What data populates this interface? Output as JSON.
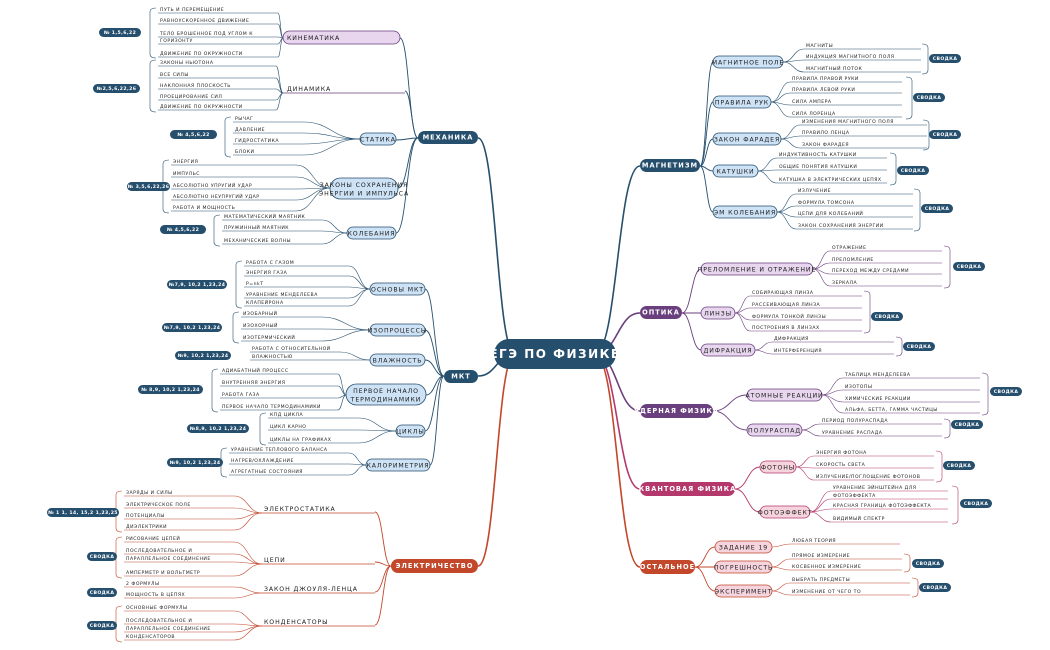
{
  "center": "ЕГЭ ПО ФИЗИКЕ",
  "mechanics": {
    "title": "МЕХАНИКА",
    "kinematics": {
      "title": "КИНЕМАТИКА",
      "tag": "№ 1,5,6,22",
      "items": [
        "ПУТЬ И ПЕРЕМЕЩЕНИЕ",
        "РАВНОУСКОРЕННОЕ ДВИЖЕНИЕ",
        "ТЕЛО БРОШЕННОЕ ПОД УГЛОМ К",
        "ГОРИЗОНТУ",
        "ДВИЖЕНИЕ ПО ОКРУЖНОСТИ"
      ]
    },
    "dynamics": {
      "title": "ДИНАМИКА",
      "tag": "№2,5,6,22,26",
      "items": [
        "ЗАКОНЫ НЬЮТОНА",
        "ВСЕ СИЛЫ",
        "НАКЛОННАЯ ПЛОСКОСТЬ",
        "ПРОЕЦИРОВАНИЕ СИЛ",
        "ДВИЖЕНИЕ ПО ОКРУЖНОСТИ"
      ]
    },
    "statics": {
      "title": "СТАТИКА",
      "tag": "№ 4,5,6,22",
      "items": [
        "РЫЧАГ",
        "ДАВЛЕНИЕ",
        "ГИДРОСТАТИКА",
        "БЛОКИ"
      ]
    },
    "conservation": {
      "title1": "ЗАКОНЫ СОХРАНЕНИЯ",
      "title2": "ЭНЕРГИИ И ИМПУЛЬСА",
      "tag": "№ 3,5,6,22,26",
      "items": [
        "ЭНЕРГИЯ",
        "ИМПУЛЬС",
        "АБСОЛЮТНО УПРУГИЙ УДАР",
        "АБСОЛЮТНО НЕУПРУГИЙ УДАР",
        "РАБОТА И МОЩНОСТЬ"
      ]
    },
    "oscillations": {
      "title": "КОЛЕБАНИЯ",
      "tag": "№ 4,5,6,22",
      "items": [
        "МАТЕМАТИЧЕСКИЙ МАЯТНИК",
        "ПРУЖИННЫЙ МАЯТНИК",
        "МЕХАНИЧЕСКИЕ ВОЛНЫ"
      ]
    }
  },
  "mkt": {
    "title": "МКТ",
    "basics": {
      "title": "ОСНОВЫ МКТ",
      "tag": "№7,9, 10,2 1,23,24",
      "items": [
        "РАБОТА С ГАЗОМ",
        "ЭНЕРГИЯ ГАЗА",
        "P=nkT",
        "УРАВНЕНИЕ МЕНДЕЛЕЕВА",
        "КЛАПЕЙРОНА"
      ]
    },
    "isoprocesses": {
      "title": "ИЗОПРОЦЕССЫ",
      "tag": "№7,9, 10,2 1,23,24",
      "items": [
        "ИЗОБАРНЫЙ",
        "ИЗОХОРНЫЙ",
        "ИЗОТЕРМИЧЕСКИЙ"
      ]
    },
    "humidity": {
      "title": "ВЛАЖНОСТЬ",
      "tag": "№9, 10,2 1,23,24",
      "items": [
        "РАБОТА С ОТНОСИТЕЛЬНОЙ",
        "ВЛАЖНОСТЬЮ"
      ]
    },
    "first_law": {
      "title1": "ПЕРВОЕ НАЧАЛО",
      "title2": "ТЕРМОДИНАМИКИ",
      "tag": "№ 8,9, 10,2 1,23,24",
      "items": [
        "АДИАБАТНЫЙ ПРОЦЕСС",
        "ВНУТРЕННЯЯ ЭНЕРГИЯ",
        "РАБОТА ГАЗА",
        "ПЕРВОЕ НАЧАЛО ТЕРМОДИНАМИКИ"
      ]
    },
    "cycles": {
      "title": "ЦИКЛЫ",
      "tag": "№8,9, 10,2 1,23,24",
      "items": [
        "КПД ЦИКЛА",
        "ЦИКЛ КАРНО",
        "ЦИКЛЫ НА ГРАФИКАХ"
      ]
    },
    "calorimetry": {
      "title": "КАЛОРИМЕТРИЯ",
      "tag": "№9, 10,2 1,23,24",
      "items": [
        "УРАВНЕНИЕ ТЕПЛОВОГО БАЛАНСА",
        "НАГРЕВ/ОХЛАЖДЕНИЕ",
        "АГРЕГАТНЫЕ СОСТОЯНИЯ"
      ]
    }
  },
  "electricity": {
    "title": "ЭЛЕКТРИЧЕСТВО",
    "electrostatics": {
      "title": "ЭЛЕКТРОСТАТИКА",
      "tag": "№ 1 1, 14, 15,2 1,23,25",
      "items": [
        "ЗАРЯДЫ И СИЛЫ",
        "ЭЛЕКТРИЧЕСКОЕ ПОЛЕ",
        "ПОТЕНЦИАЛЫ",
        "ДИЭЛЕКТРИКИ"
      ]
    },
    "circuits": {
      "title": "ЦЕПИ",
      "tag": "СВОДКА",
      "items": [
        "РИСОВАНИЕ ЦЕПЕЙ",
        "ПОСЛЕДОВАТЕЛЬНОЕ И",
        "ПАРАЛЛЕЛЬНОЕ СОЕДИНЕНИЕ",
        "АМПЕРМЕТР И ВОЛЬТМЕТР"
      ]
    },
    "joule": {
      "title": "ЗАКОН ДЖОУЛЯ-ЛЕНЦА",
      "tag": "СВОДКА",
      "items": [
        "2 ФОРМУЛЫ",
        "МОЩНОСТЬ В ЦЕПЯХ"
      ]
    },
    "capacitors": {
      "title": "КОНДЕНСАТОРЫ",
      "tag": "СВОДКА",
      "items": [
        "ОСНОВНЫЕ ФОРМУЛЫ",
        "ПОСЛЕДОВАТЕЛЬНОЕ И",
        "ПАРАЛЛЕЛЬНОЕ СОЕДИНЕНИЕ",
        "КОНДЕНСАТОРОВ"
      ]
    }
  },
  "magnetism": {
    "title": "МАГНЕТИЗМ",
    "field": {
      "title": "МАГНИТНОЕ ПОЛЕ",
      "tag": "СВОДКА",
      "items": [
        "МАГНИТЫ",
        "ИНДУКЦИЯ МАГНИТНОГО ПОЛЯ",
        "МАГНИТНЫЙ ПОТОК"
      ]
    },
    "hand_rules": {
      "title": "ПРАВИЛА РУК",
      "tag": "СВОДКА",
      "items": [
        "ПРАВИЛА ПРАВОЙ РУКИ",
        "ПРАВИЛА ЛЕВОЙ РУКИ",
        "СИЛА АМПЕРА",
        "СИЛА ЛОРЕНЦА"
      ]
    },
    "faraday": {
      "title": "ЗАКОН ФАРАДЕЯ",
      "tag": "СВОДКА",
      "items": [
        "ИЗМЕНЕНИЯ МАГНИТНОГО ПОЛЯ",
        "ПРАВИЛО ЛЕНЦА",
        "ЗАКОН ФАРАДЕЯ"
      ]
    },
    "coils": {
      "title": "КАТУШКИ",
      "tag": "СВОДКА",
      "items": [
        "ИНДУКТИВНОСТЬ КАТУШКИ",
        "ОБЩИЕ ПОНЯТИЯ КАТУШКИ",
        "КАТУШКА В ЭЛЕКТРИЧЕСКИХ ЦЕПЯХ"
      ]
    },
    "em_oscillations": {
      "title": "ЭМ КОЛЕБАНИЯ",
      "tag": "СВОДКА",
      "items": [
        "ИЗЛУЧЕНИЕ",
        "ФОРМУЛА ТОМСОНА",
        "ЦЕПИ ДЛЯ КОЛЕБАНИЙ",
        "ЗАКОН СОХРАНЕНИЯ ЭНЕРГИИ"
      ]
    }
  },
  "optics": {
    "title": "ОПТИКА",
    "refraction": {
      "title": "ПРЕЛОМЛЕНИЕ И ОТРАЖЕНИЕ",
      "tag": "СВОДКА",
      "items": [
        "ОТРАЖЕНИЕ",
        "ПРЕЛОМЛЕНИЕ",
        "ПЕРЕХОД МЕЖДУ СРЕДАМИ",
        "ЗЕРКАЛА"
      ]
    },
    "lenses": {
      "title": "ЛИНЗЫ",
      "tag": "СВОДКА",
      "items": [
        "СОБИРАЮЩАЯ ЛИНЗА",
        "РАССЕИВАЮЩАЯ ЛИНЗА",
        "ФОРМУЛА ТОНКОЙ ЛИНЗЫ",
        "ПОСТРОЕНИЯ В ЛИНЗАХ"
      ]
    },
    "diffraction": {
      "title": "ДИФРАКЦИЯ",
      "tag": "СВОДКА",
      "items": [
        "ДИФРАКЦИЯ",
        "ИНТЕРФЕРЕНЦИЯ"
      ]
    }
  },
  "nuclear": {
    "title": "ЯДЕРНАЯ ФИЗИКА",
    "atomic": {
      "title": "АТОМНЫЕ РЕАКЦИИ",
      "tag": "СВОДКА",
      "items": [
        "ТАБЛИЦА МЕНДЕЛЕЕВА",
        "ИЗОТОПЫ",
        "ХИМИЧЕСКИЕ РЕАКЦИИ",
        "АЛЬФА, БЕТТА, ГАММА ЧАСТИЦЫ"
      ]
    },
    "decay": {
      "title": "ПОЛУРАСПАД",
      "tag": "СВОДКА",
      "items": [
        "ПЕРИОД ПОЛУРАСПАДА",
        "УРАВНЕНИЕ РАСПАДА"
      ]
    }
  },
  "quantum": {
    "title": "КВАНТОВАЯ ФИЗИКА",
    "photons": {
      "title": "ФОТОНЫ",
      "tag": "СВОДКА",
      "items": [
        "ЭНЕРГИЯ ФОТОНА",
        "СКОРОСТЬ СВЕТА",
        "ИЗЛУЧЕНИЕ/ПОГЛОЩЕНИЕ ФОТОНОВ"
      ]
    },
    "photoeffect": {
      "title": "ФОТОЭФФЕКТ",
      "tag": "СВОДКА",
      "items": [
        "УРАВНЕНИЕ ЭЙНШТЕЙНА ДЛЯ",
        "ФОТОЭФФЕКТА",
        "КРАСНАЯ ГРАНИЦА ФОТОЭФФЕКТА",
        "ВИДИМЫЙ СПЕКТР"
      ]
    }
  },
  "other": {
    "title": "ОСТАЛЬНОЕ",
    "task19": {
      "title": "ЗАДАНИЕ 19",
      "items": [
        "ЛЮБАЯ ТЕОРИЯ"
      ]
    },
    "errors": {
      "title": "ПОГРЕШНОСТЬ",
      "tag": "СВОДКА",
      "items": [
        "ПРЯМОЕ ИЗМЕРЕНИЕ",
        "КОСВЕННОЕ ИЗМЕРЕНИЕ"
      ]
    },
    "experiment": {
      "title": "ЭКСПЕРИМЕНТ",
      "tag": "СВОДКА",
      "items": [
        "ВЫБРАТЬ ПРЕДМЕТЫ",
        "ИЗМЕНЕНИЕ ОТ ЧЕГО ТО"
      ]
    }
  },
  "colors": {
    "dark_blue": "#264f6e",
    "purple": "#6a3f7e",
    "red_brown": "#c2472b",
    "pink": "#b4386b",
    "light_blue": "#cde2f5",
    "light_purple": "#e7d6ee",
    "light_pink": "#f6d4de"
  }
}
